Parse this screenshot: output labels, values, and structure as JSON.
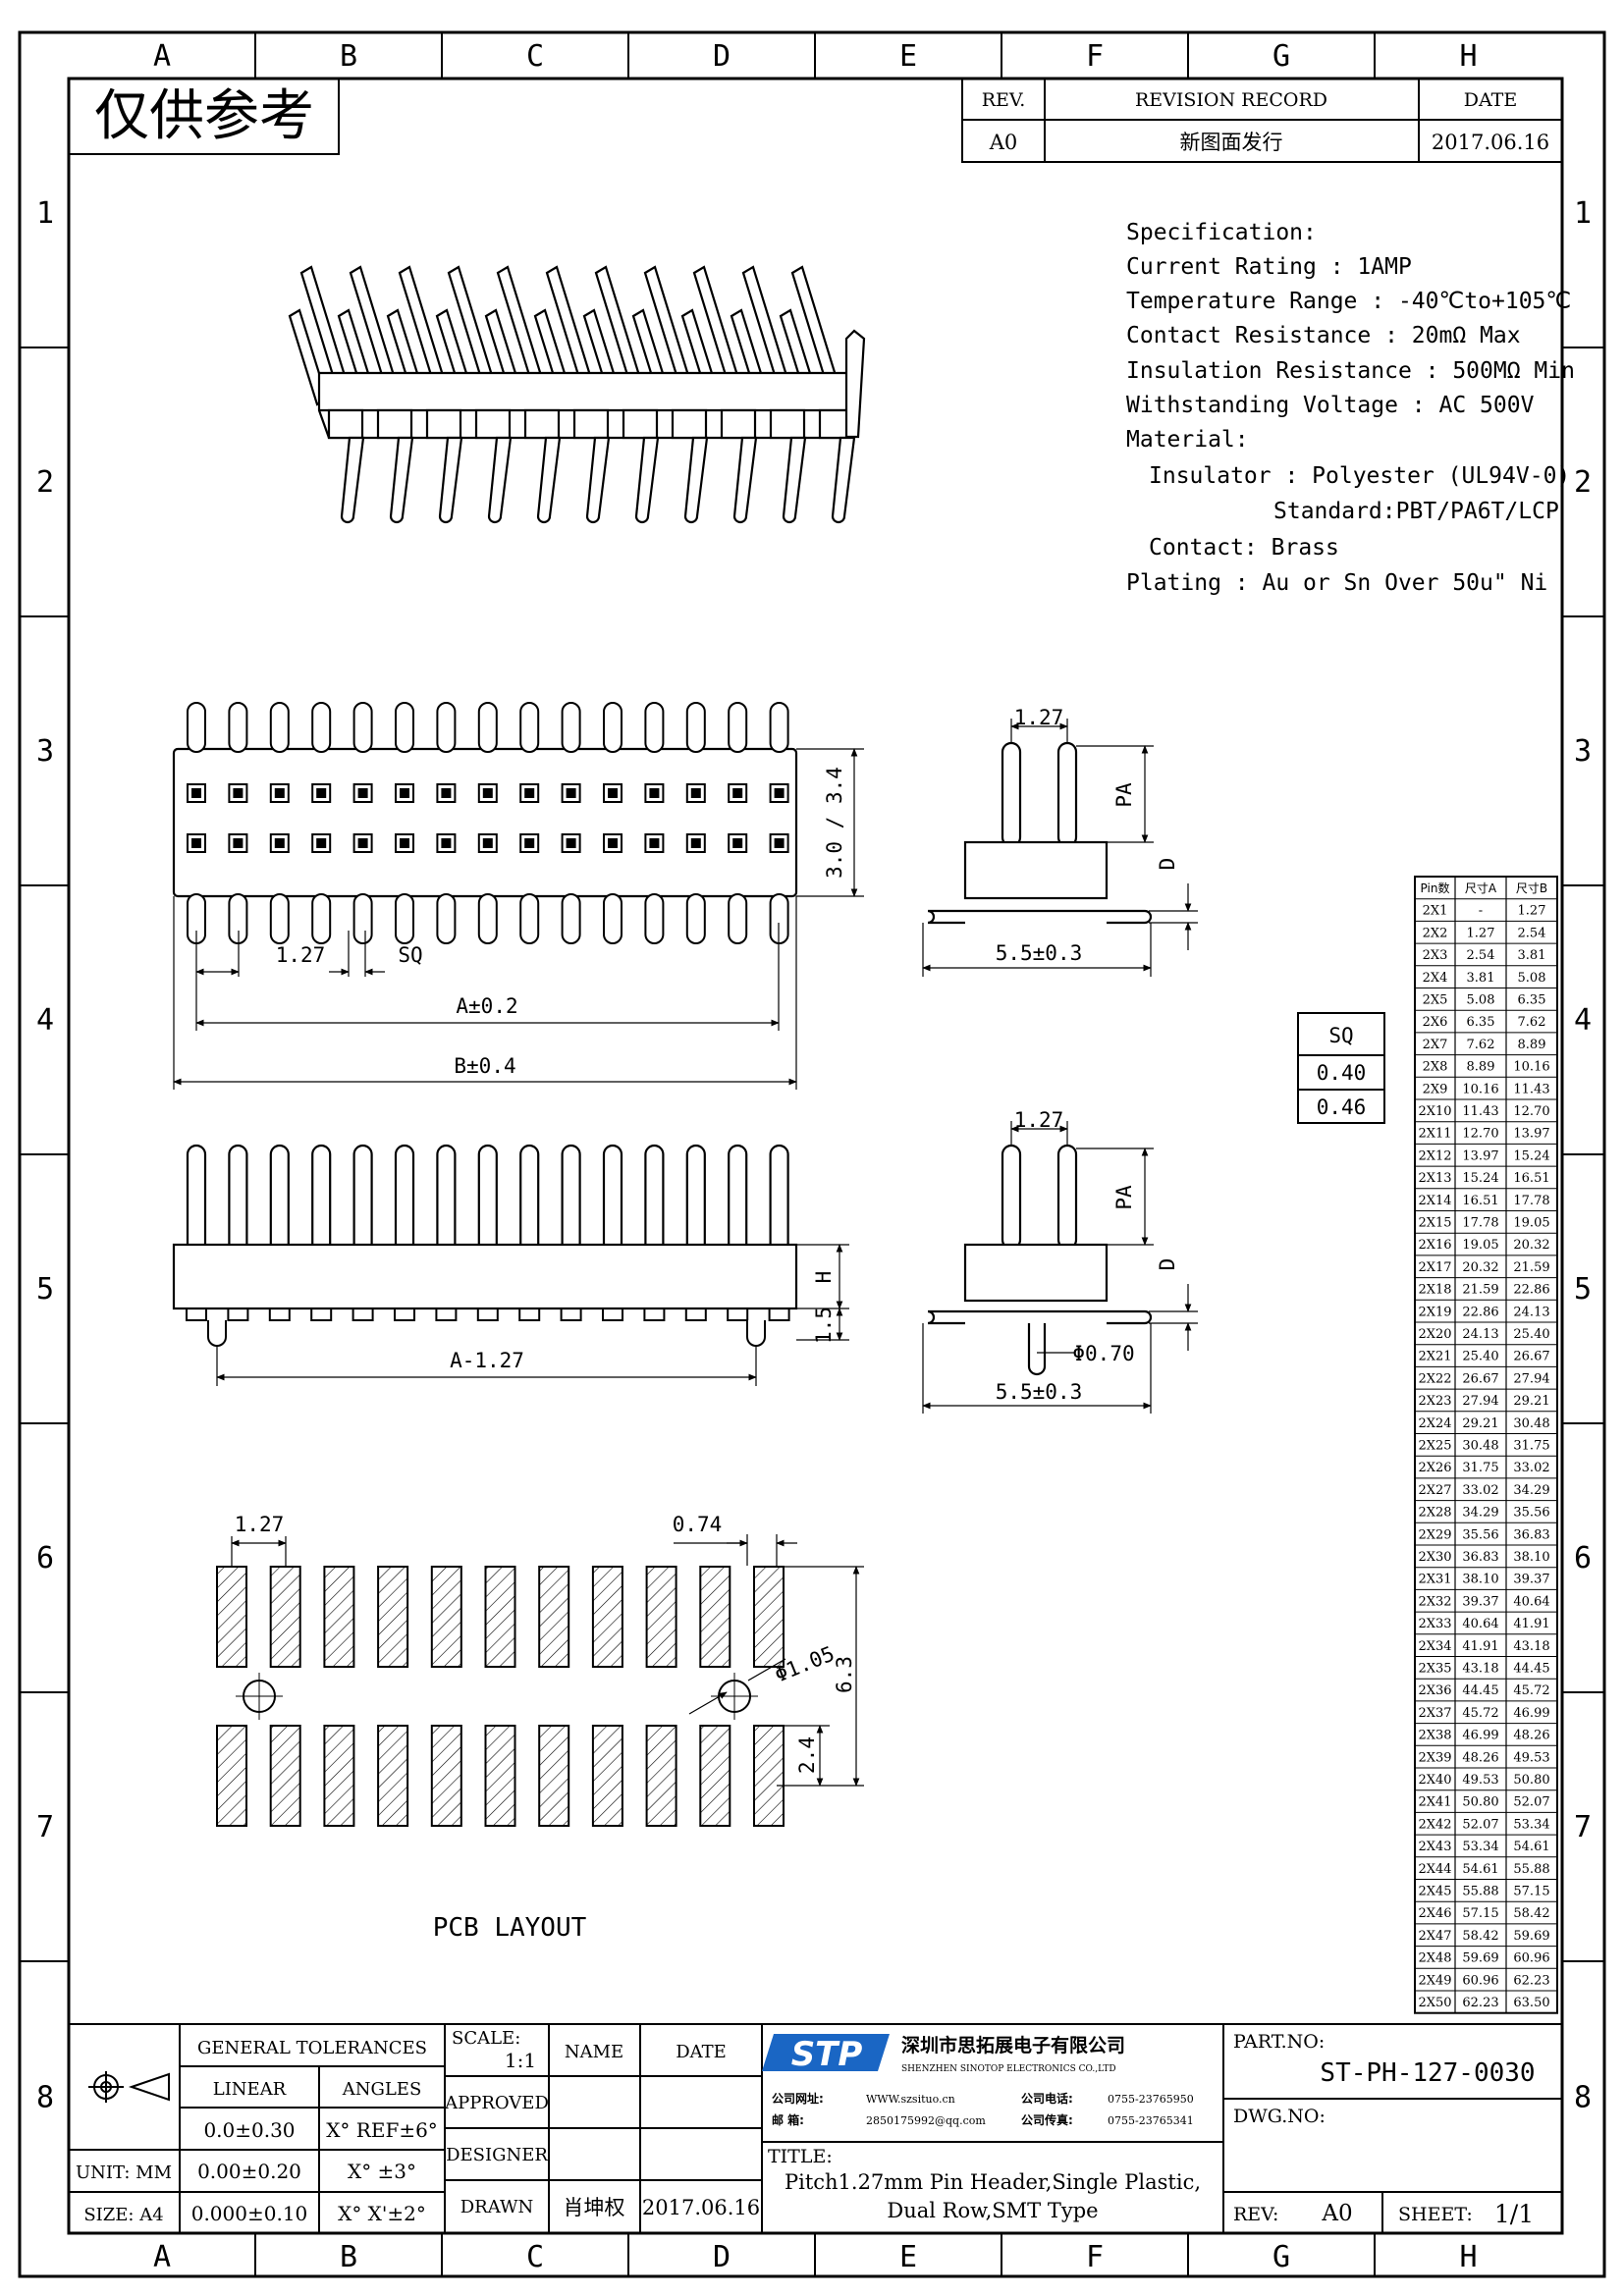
{
  "border": {
    "cols": [
      "A",
      "B",
      "C",
      "D",
      "E",
      "F",
      "G",
      "H"
    ],
    "rows": [
      "1",
      "2",
      "3",
      "4",
      "5",
      "6",
      "7",
      "8"
    ]
  },
  "stamp": "仅供参考",
  "revision": {
    "headers": [
      "REV.",
      "REVISION RECORD",
      "DATE"
    ],
    "row": [
      "A0",
      "新图面发行",
      "2017.06.16"
    ]
  },
  "spec": {
    "title": "Specification:",
    "current": "Current Rating : 1AMP",
    "temp": "Temperature Range : -40℃to+105℃",
    "contact_res": "Contact Resistance : 20mΩ Max",
    "insulation": "Insulation Resistance : 500MΩ Min",
    "voltage": "Withstanding Voltage : AC 500V",
    "material": "Material:",
    "insulator": "Insulator : Polyester (UL94V-0)",
    "standard": "Standard:PBT/PA6T/LCP",
    "contact": "Contact: Brass",
    "plating": "Plating : Au or Sn Over 50u\" Ni"
  },
  "dims": {
    "pitch": "1.27",
    "sq": "SQ",
    "a": "A±0.2",
    "b": "B±0.4",
    "h30": "3.0 / 3.4",
    "pa": "PA",
    "d": "D",
    "side_w": "5.5±0.3",
    "h": "H",
    "h15": "1.5",
    "a127": "A-1.27",
    "post": "Φ0.70",
    "pad_w": "0.74",
    "hole": "Φ1.05",
    "h63": "6.3",
    "h24": "2.4"
  },
  "sq_table": {
    "header": "SQ",
    "values": [
      "0.40",
      "0.46"
    ]
  },
  "pcb_label": "PCB LAYOUT",
  "pin_table": {
    "headers": [
      "Pin数",
      "尺寸A",
      "尺寸B"
    ],
    "rows": [
      [
        "2X1",
        "-",
        "1.27"
      ],
      [
        "2X2",
        "1.27",
        "2.54"
      ],
      [
        "2X3",
        "2.54",
        "3.81"
      ],
      [
        "2X4",
        "3.81",
        "5.08"
      ],
      [
        "2X5",
        "5.08",
        "6.35"
      ],
      [
        "2X6",
        "6.35",
        "7.62"
      ],
      [
        "2X7",
        "7.62",
        "8.89"
      ],
      [
        "2X8",
        "8.89",
        "10.16"
      ],
      [
        "2X9",
        "10.16",
        "11.43"
      ],
      [
        "2X10",
        "11.43",
        "12.70"
      ],
      [
        "2X11",
        "12.70",
        "13.97"
      ],
      [
        "2X12",
        "13.97",
        "15.24"
      ],
      [
        "2X13",
        "15.24",
        "16.51"
      ],
      [
        "2X14",
        "16.51",
        "17.78"
      ],
      [
        "2X15",
        "17.78",
        "19.05"
      ],
      [
        "2X16",
        "19.05",
        "20.32"
      ],
      [
        "2X17",
        "20.32",
        "21.59"
      ],
      [
        "2X18",
        "21.59",
        "22.86"
      ],
      [
        "2X19",
        "22.86",
        "24.13"
      ],
      [
        "2X20",
        "24.13",
        "25.40"
      ],
      [
        "2X21",
        "25.40",
        "26.67"
      ],
      [
        "2X22",
        "26.67",
        "27.94"
      ],
      [
        "2X23",
        "27.94",
        "29.21"
      ],
      [
        "2X24",
        "29.21",
        "30.48"
      ],
      [
        "2X25",
        "30.48",
        "31.75"
      ],
      [
        "2X26",
        "31.75",
        "33.02"
      ],
      [
        "2X27",
        "33.02",
        "34.29"
      ],
      [
        "2X28",
        "34.29",
        "35.56"
      ],
      [
        "2X29",
        "35.56",
        "36.83"
      ],
      [
        "2X30",
        "36.83",
        "38.10"
      ],
      [
        "2X31",
        "38.10",
        "39.37"
      ],
      [
        "2X32",
        "39.37",
        "40.64"
      ],
      [
        "2X33",
        "40.64",
        "41.91"
      ],
      [
        "2X34",
        "41.91",
        "43.18"
      ],
      [
        "2X35",
        "43.18",
        "44.45"
      ],
      [
        "2X36",
        "44.45",
        "45.72"
      ],
      [
        "2X37",
        "45.72",
        "46.99"
      ],
      [
        "2X38",
        "46.99",
        "48.26"
      ],
      [
        "2X39",
        "48.26",
        "49.53"
      ],
      [
        "2X40",
        "49.53",
        "50.80"
      ],
      [
        "2X41",
        "50.80",
        "52.07"
      ],
      [
        "2X42",
        "52.07",
        "53.34"
      ],
      [
        "2X43",
        "53.34",
        "54.61"
      ],
      [
        "2X44",
        "54.61",
        "55.88"
      ],
      [
        "2X45",
        "55.88",
        "57.15"
      ],
      [
        "2X46",
        "57.15",
        "58.42"
      ],
      [
        "2X47",
        "58.42",
        "59.69"
      ],
      [
        "2X48",
        "59.69",
        "60.96"
      ],
      [
        "2X49",
        "60.96",
        "62.23"
      ],
      [
        "2X50",
        "62.23",
        "63.50"
      ]
    ]
  },
  "title_block": {
    "tol_title": "GENERAL TOLERANCES",
    "linear": "LINEAR",
    "angles": "ANGLES",
    "lin1": "0.0±0.30",
    "ang1": "X° REF±6°",
    "unit": "UNIT: MM",
    "lin2": "0.00±0.20",
    "ang2": "X° ±3°",
    "size": "SIZE: A4",
    "lin3": "0.000±0.10",
    "ang3": "X° X'±2°",
    "scale_label": "SCALE:",
    "scale_val": "1:1",
    "name": "NAME",
    "date": "DATE",
    "approved": "APPROVED",
    "designer": "DESIGNER",
    "drawn": "DRAWN",
    "drawn_name": "肖坤权",
    "drawn_date": "2017.06.16",
    "logo": "STP",
    "company_cn": "深圳市思拓展电子有限公司",
    "company_en": "SHENZHEN SINOTOP ELECTRONICS CO.,LTD",
    "web_label": "公司网址:",
    "web": "WWW.szsituo.cn",
    "mail_label": "邮 箱:",
    "mail": "2850175992@qq.com",
    "tel_label": "公司电话:",
    "tel": "0755-23765950",
    "fax_label": "公司传真:",
    "fax": "0755-23765341",
    "title_label": "TITLE:",
    "title1": "Pitch1.27mm Pin Header,Single Plastic,",
    "title2": "Dual Row,SMT Type",
    "part_label": "PART.NO:",
    "part_no": "ST-PH-127-0030",
    "dwg_label": "DWG.NO:",
    "rev_label": "REV:",
    "rev_val": "A0",
    "sheet_label": "SHEET:",
    "sheet_val": "1/1"
  }
}
